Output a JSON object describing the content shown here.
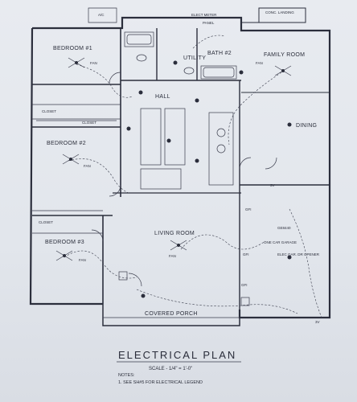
{
  "drawing": {
    "title": "ELECTRICAL PLAN",
    "scale": "SCALE - 1/4\" = 1'-0\"",
    "notes_heading": "NOTES:",
    "note_1": "1. SEE SH#5 FOR ELECTRICAL LEGEND"
  },
  "rooms": {
    "bedroom1": "BEDROOM #1",
    "bedroom2": "BEDROOM #2",
    "bedroom3": "BEDROOM #3",
    "utility": "UTILITY",
    "bath2": "BATH #2",
    "family_room": "FAMILY ROOM",
    "hall": "HALL",
    "dining": "DINING",
    "living_room": "LIVING ROOM",
    "garage": "ONE CAR GARAGE",
    "covered_porch": "COVERED PORCH",
    "closet_1": "CLOSET",
    "closet_2": "CLOSET",
    "closet_3": "CLOSET",
    "conc_landing": "CONC. LANDING"
  },
  "equipment": {
    "ac": "A/C",
    "elect_meter": "ELECT METER",
    "panel": "PANEL",
    "fan_1": "FAN",
    "fan_2": "FAN",
    "fan_3": "FAN",
    "fan_4": "FAN",
    "fan_5": "FAN",
    "volt_1": "3V",
    "volt_2": "3V",
    "gfi_1": "GFI",
    "gfi_2": "GFI",
    "gfi_3": "GFI",
    "garage_opener": "ELEC GAR. DR OPENER",
    "panel_note": "GE8440"
  }
}
